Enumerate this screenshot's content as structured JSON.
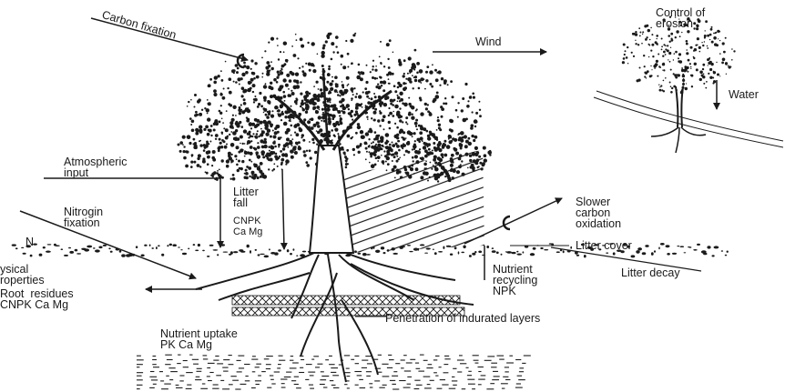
{
  "labels": {
    "carbon_fixation": "Carbon fixation",
    "control_of_erosion": "Control of\nerosion",
    "wind": "Wind",
    "water": "Water",
    "atmospheric_input": "Atmospheric\ninput",
    "litter_fall": "Litter\nfall",
    "cnpk_ca_mg": "CNPK\nCa Mg",
    "nitrogen_fixation": "Nitrogin\nfixation",
    "n": "N",
    "slower_carbon_oxidation": "Slower\ncarbon\noxidation",
    "litter_cover": "Litter cover",
    "physical_properties": "ysical\nroperties",
    "litter_decay": "Litter decay",
    "root_residues": "Root  residues\nCNPK Ca Mg",
    "nutrient_recycling": "Nutrient\nrecycling\nNPK",
    "penetration": "Penetration of indurated layers",
    "nutrient_uptake": "Nutrient uptake\nPK Ca Mg",
    "carbon_symbol": "C"
  },
  "colors": {
    "ink": "#1a1a1a",
    "paper": "#ffffff"
  }
}
